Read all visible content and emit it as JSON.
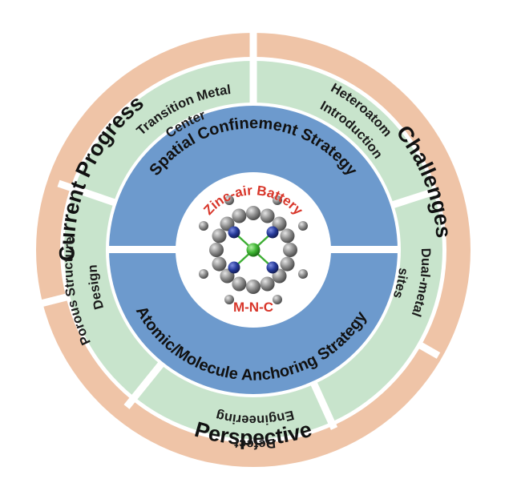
{
  "outer_ring": {
    "current_progress": "Current Progress",
    "challenges": "Challenges",
    "perspective": "Perspective"
  },
  "middle_ring": {
    "transition_metal_1": "Transition Metal",
    "transition_metal_2": "Center",
    "heteroatom_1": "Heteroatom",
    "heteroatom_2": "Introduction",
    "dual_metal_1": "Dual-metal",
    "dual_metal_2": "sites",
    "defect_1": "Defect",
    "defect_2": "Engineering",
    "porous_1": "Porous Structure",
    "porous_2": "Design"
  },
  "inner_ring": {
    "spatial": "Spatial Confinement Strategy",
    "anchoring": "Atomic/Molecule Anchoring Strategy"
  },
  "center": {
    "battery": "Zinc-air Battery",
    "mnc": "M-N-C"
  },
  "colors": {
    "outer_ring": "#efc4a7",
    "middle_ring": "#c8e4cc",
    "inner_ring": "#6d9acd",
    "center_text": "#d8362a",
    "metal_atom": "#49b83f",
    "nitrogen_atom": "#24368f",
    "carbon_atom": "#8a8a8a"
  }
}
